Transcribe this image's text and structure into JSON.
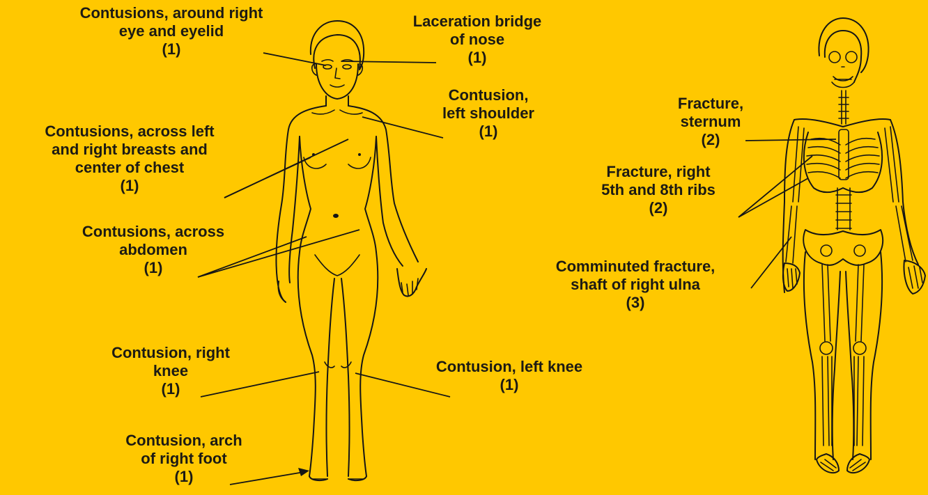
{
  "colors": {
    "background": "#FFC800",
    "ink": "#1c1a14"
  },
  "labels": {
    "eye": {
      "lines": [
        "Contusions, around right",
        "eye and eyelid"
      ],
      "count": "(1)"
    },
    "nose": {
      "lines": [
        "Laceration bridge",
        "of nose"
      ],
      "count": "(1)"
    },
    "shoulder": {
      "lines": [
        "Contusion,",
        "left shoulder"
      ],
      "count": "(1)"
    },
    "breasts": {
      "lines": [
        "Contusions, across left",
        "and right breasts and",
        "center of chest"
      ],
      "count": "(1)"
    },
    "abdomen": {
      "lines": [
        "Contusions, across",
        "abdomen"
      ],
      "count": "(1)"
    },
    "right_knee": {
      "lines": [
        "Contusion, right",
        "knee"
      ],
      "count": "(1)"
    },
    "left_knee": {
      "lines": [
        "Contusion, left knee"
      ],
      "count": "(1)"
    },
    "foot": {
      "lines": [
        "Contusion, arch",
        "of right foot"
      ],
      "count": "(1)"
    },
    "sternum": {
      "lines": [
        "Fracture,",
        "sternum"
      ],
      "count": "(2)"
    },
    "ribs": {
      "lines": [
        "Fracture, right",
        "5th and 8th ribs"
      ],
      "count": "(2)"
    },
    "ulna": {
      "lines": [
        "Comminuted fracture,",
        "shaft of right ulna"
      ],
      "count": "(3)"
    }
  }
}
